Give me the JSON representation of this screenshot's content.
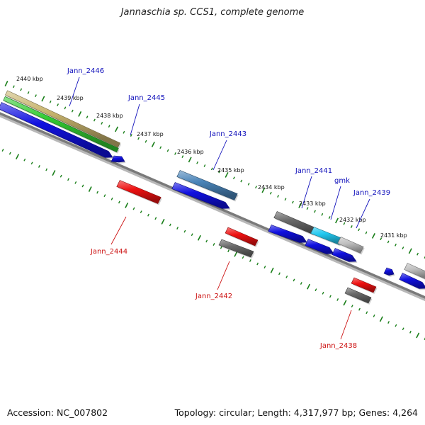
{
  "title": "Jannaschia sp. CCS1, complete genome",
  "footer": {
    "accession": "Accession: NC_007802",
    "summary": "Topology: circular; Length: 4,317,977 bp; Genes: 4,264"
  },
  "colors": {
    "plus_label": "#1010bb",
    "minus_label": "#cc1111",
    "tick": "#1a7f1a",
    "backbone": "#7a7a7a",
    "gene_blue": "#1010e0",
    "gene_red": "#ee1111",
    "gene_grey": "#6a6a6a",
    "gene_steel": "#4a84b8",
    "gene_cyan": "#22c8f0",
    "gene_silver": "#c0c0c0",
    "gene_khaki": "#c8b46e",
    "gene_green": "#33cc33"
  },
  "kbp_labels": [
    "2440 kbp",
    "2439 kbp",
    "2438 kbp",
    "2437 kbp",
    "2436 kbp",
    "2435 kbp",
    "2434 kbp",
    "2433 kbp",
    "2432 kbp",
    "2431 kbp"
  ],
  "gene_labels": [
    "Jann_2446",
    "Jann_2445",
    "Jann_2443",
    "Jann_2441",
    "gmk",
    "Jann_2439",
    "Jann_2444",
    "Jann_2442",
    "Jann_2438"
  ]
}
